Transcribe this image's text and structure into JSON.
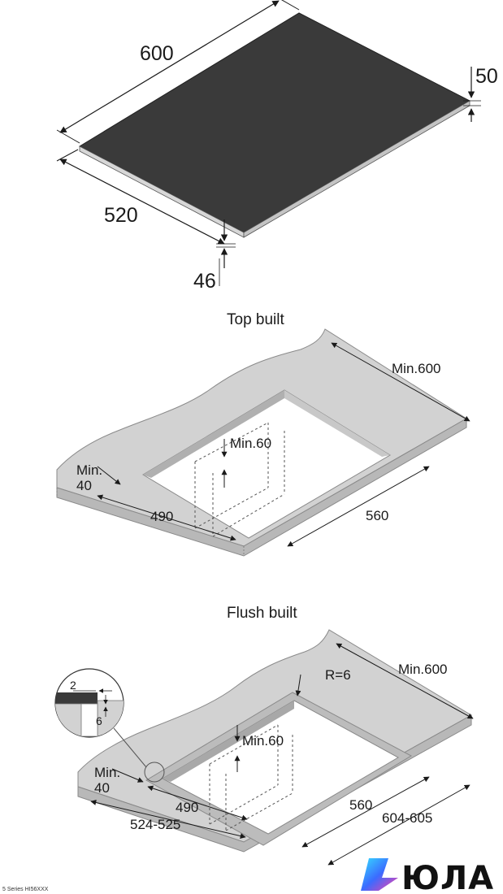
{
  "hob": {
    "width_label": "600",
    "depth_label": "520",
    "thickness_label": "50",
    "front_label": "46"
  },
  "top_built": {
    "title": "Top built",
    "min_back_label": "Min.600",
    "min_depth_label": "Min.60",
    "min_front_line1": "Min.",
    "min_front_line2": "40",
    "cut_depth_label": "490",
    "cut_width_label": "560"
  },
  "flush_built": {
    "title": "Flush built",
    "min_back_label": "Min.600",
    "radius_label": "R=6",
    "min_depth_label": "Min.60",
    "min_front_line1": "Min.",
    "min_front_line2": "40",
    "inner_depth_label": "490",
    "outer_depth_label": "524-525",
    "inner_width_label": "560",
    "outer_width_label": "604-605",
    "detail_step_label": "2",
    "detail_depth_label": "6"
  },
  "footer": {
    "series_text": "5 Series HI56XXX",
    "logo_text": "ЮЛА"
  },
  "colors": {
    "hob_top": "#3a3a3a",
    "counter": "#d2d2d2",
    "counter_edge": "#9a9a9a",
    "logo_blue": "#3b6bff",
    "logo_pink": "#ff3da8"
  }
}
